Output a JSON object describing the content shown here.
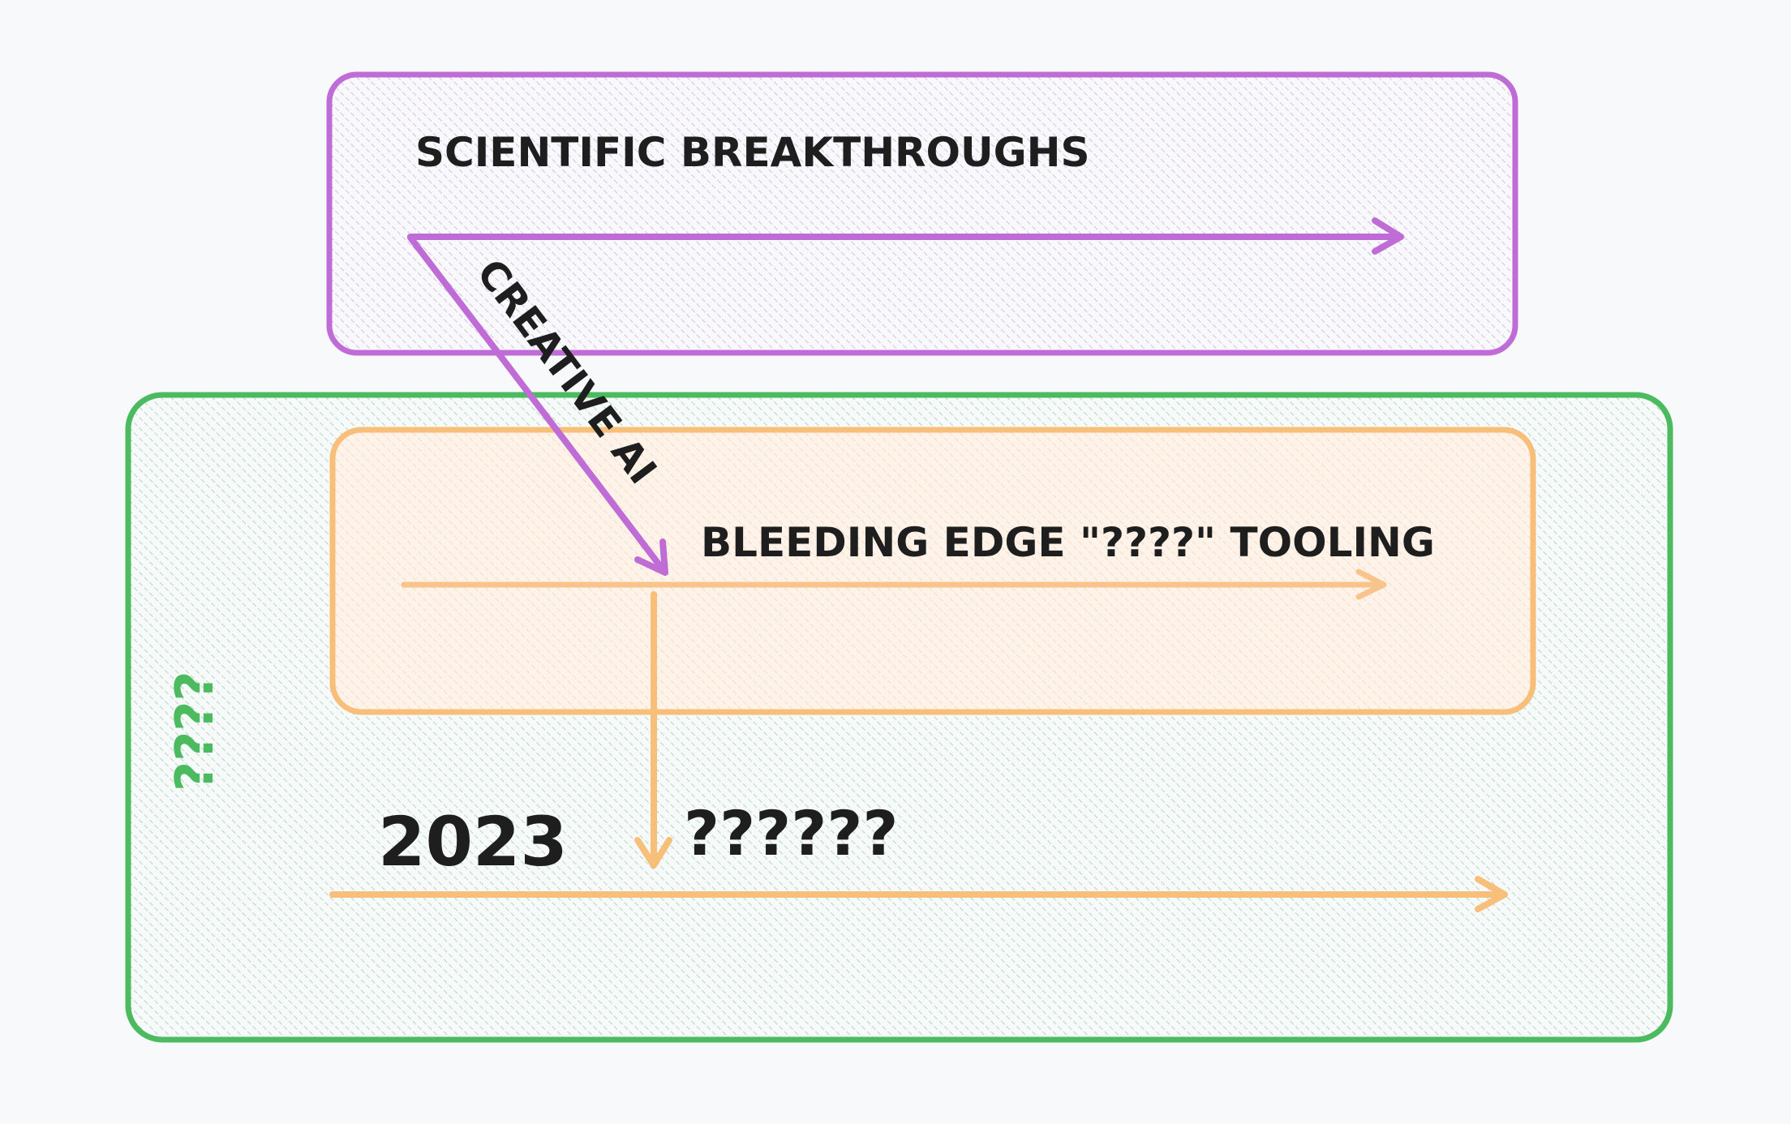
{
  "labels": {
    "scientific": "SCIENTIFIC BREAKTHROUGHS",
    "creative": "CREATIVE AI",
    "bleeding": "BLEEDING EDGE \"????\" TOOLING",
    "year": "2023",
    "unknown": "??????",
    "side": "????"
  },
  "colors": {
    "background": "#f8f9fb",
    "purple": "#c06cd6",
    "green": "#4cbb5f",
    "orange": "#f8bf7a",
    "text": "#1e1e1e"
  }
}
